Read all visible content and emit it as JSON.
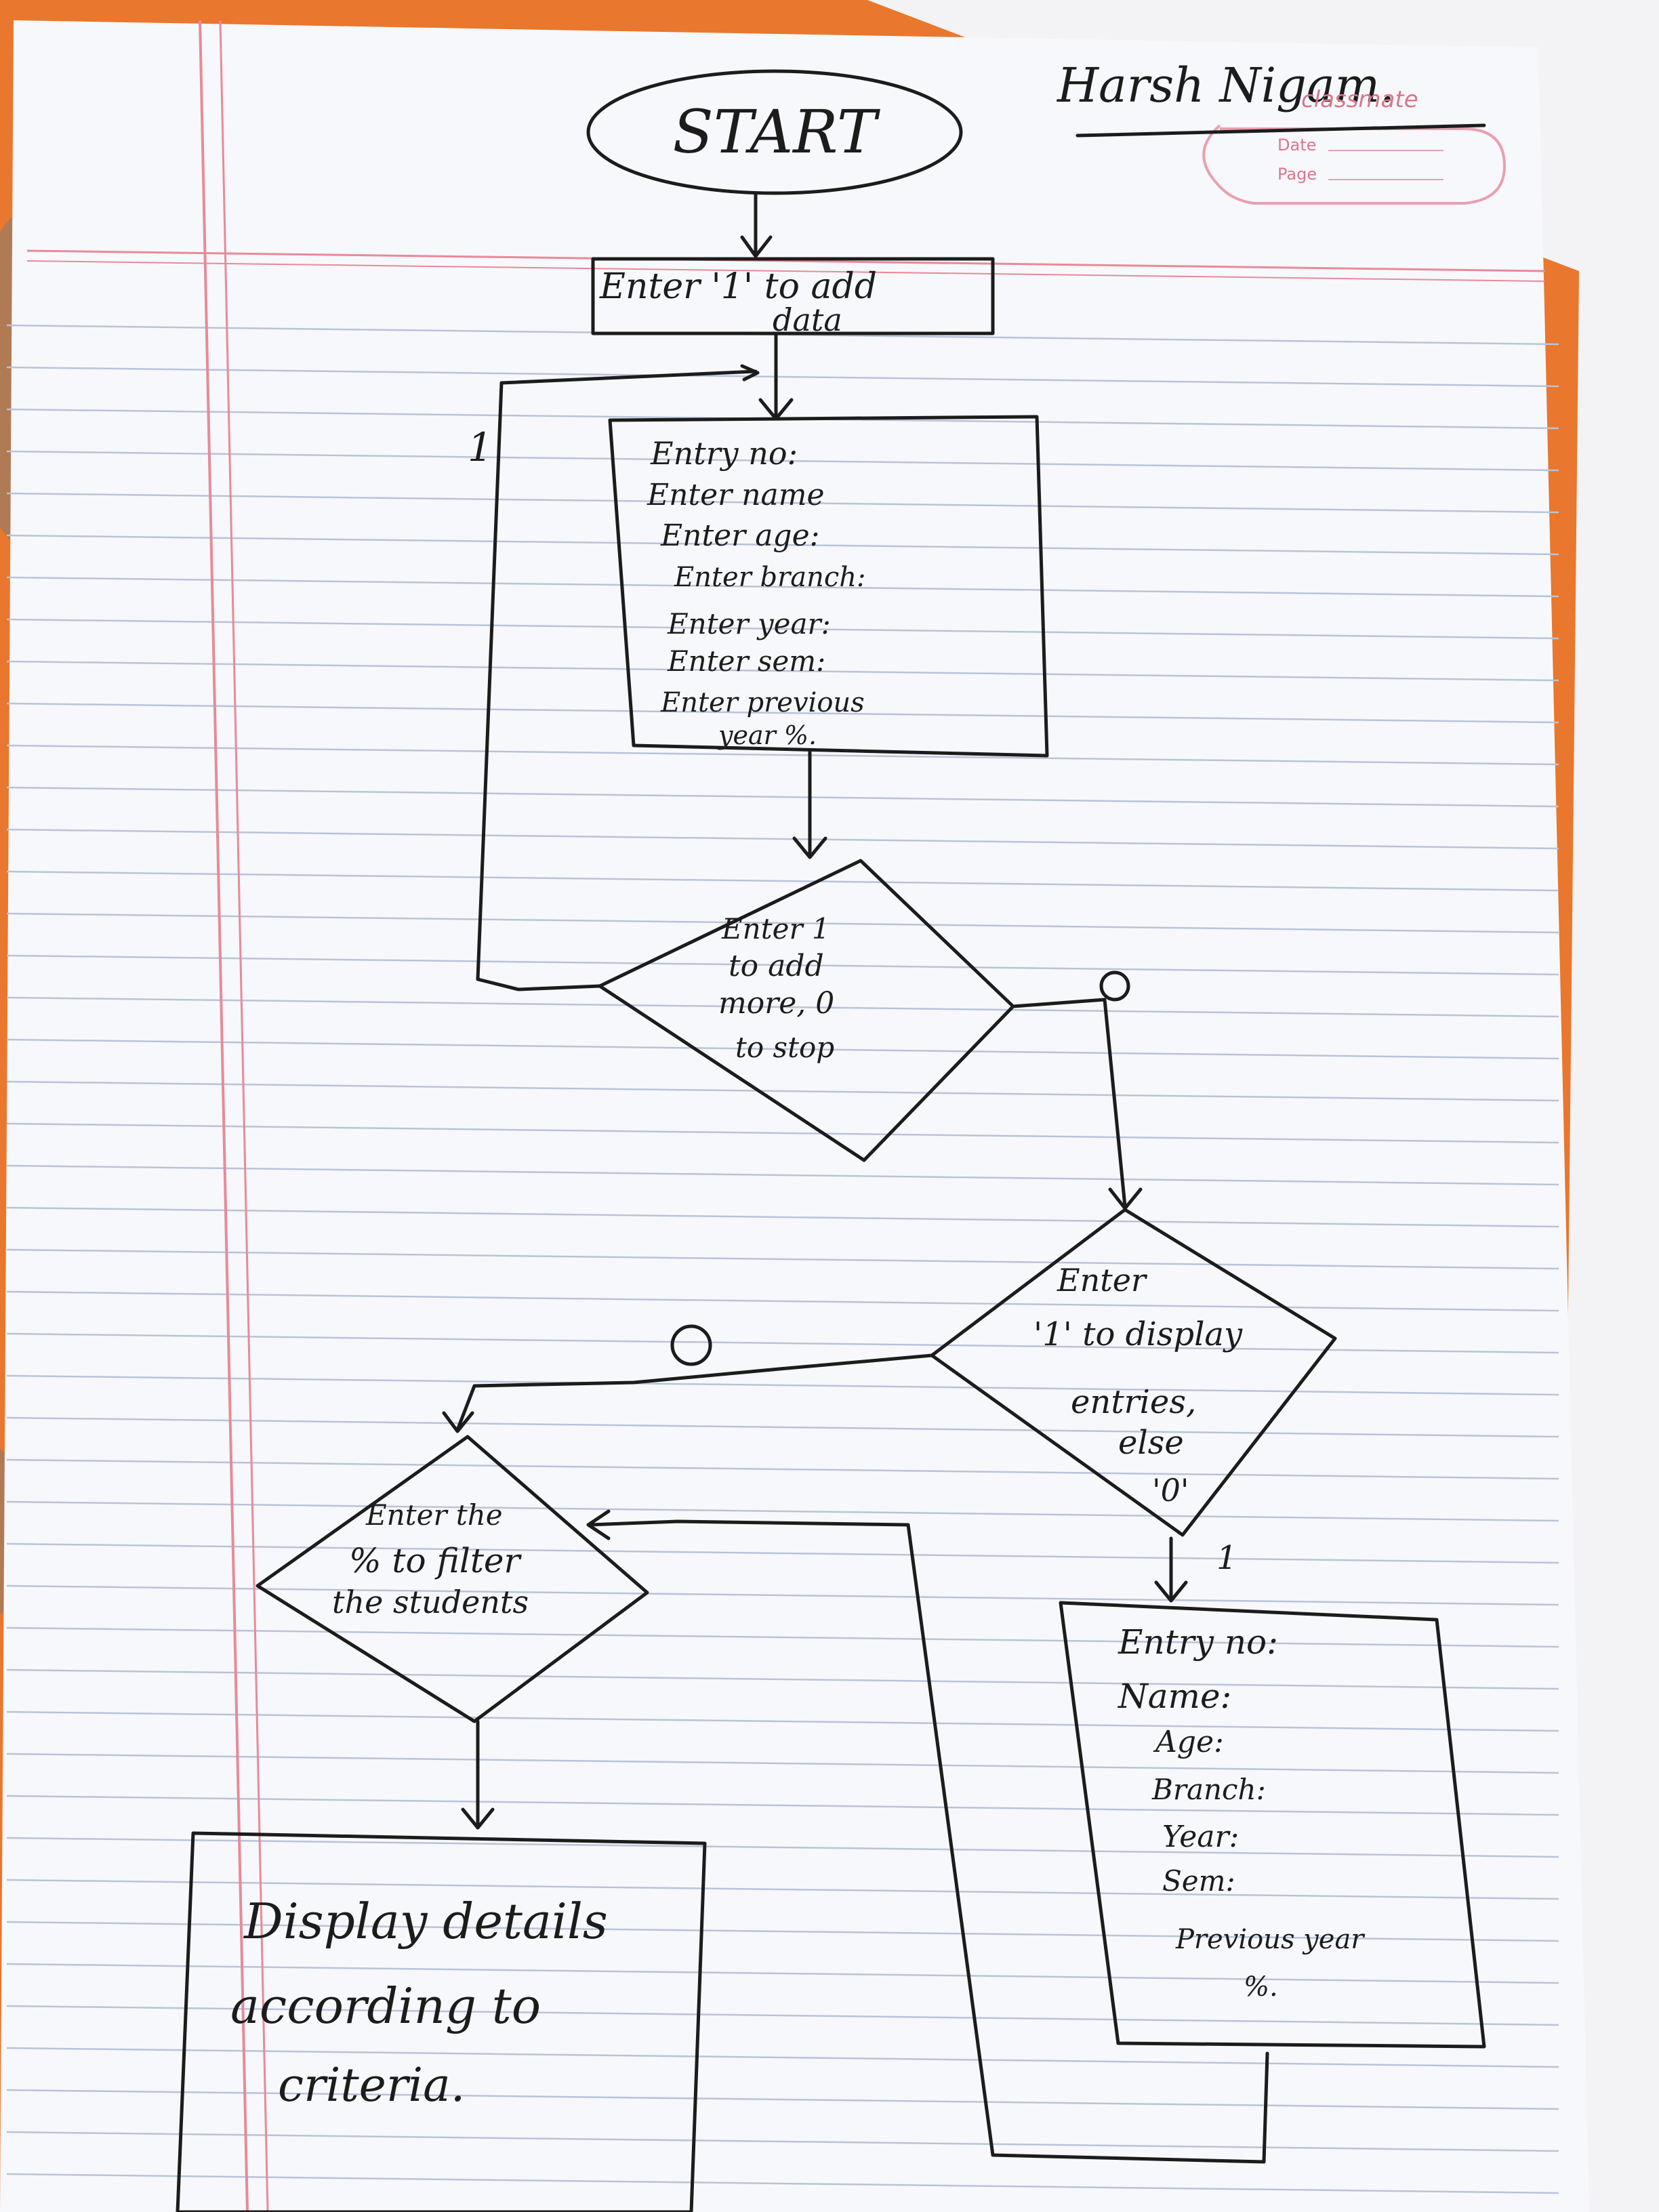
{
  "header": {
    "author_name": "Harsh Nigam.",
    "brand": "classmate",
    "date_label": "Date",
    "page_label": "Page"
  },
  "flowchart": {
    "start": "START",
    "prompt_add": [
      "Enter '1' to add",
      "data"
    ],
    "input_box": [
      "Entry no:",
      "Enter name",
      "Enter age:",
      "Enter branch:",
      "Enter year:",
      "Enter sem:",
      "Enter previous",
      "year %."
    ],
    "decision_more": [
      "Enter 1",
      "to add",
      "more, 0",
      "to stop"
    ],
    "decision_display": [
      "Enter",
      "'1' to display",
      "entries,",
      "else",
      "'0'"
    ],
    "decision_filter": [
      "Enter the",
      "% to filter",
      "the students"
    ],
    "display_box": [
      "Entry no:",
      "Name:",
      "Age:",
      "Branch:",
      "Year:",
      "Sem:",
      "Previous year",
      "%."
    ],
    "result_box": [
      "Display details",
      "according to",
      "criteria."
    ],
    "labels": {
      "loop_one": "1",
      "more_zero": "0",
      "display_zero": "0",
      "display_one": "1"
    }
  }
}
